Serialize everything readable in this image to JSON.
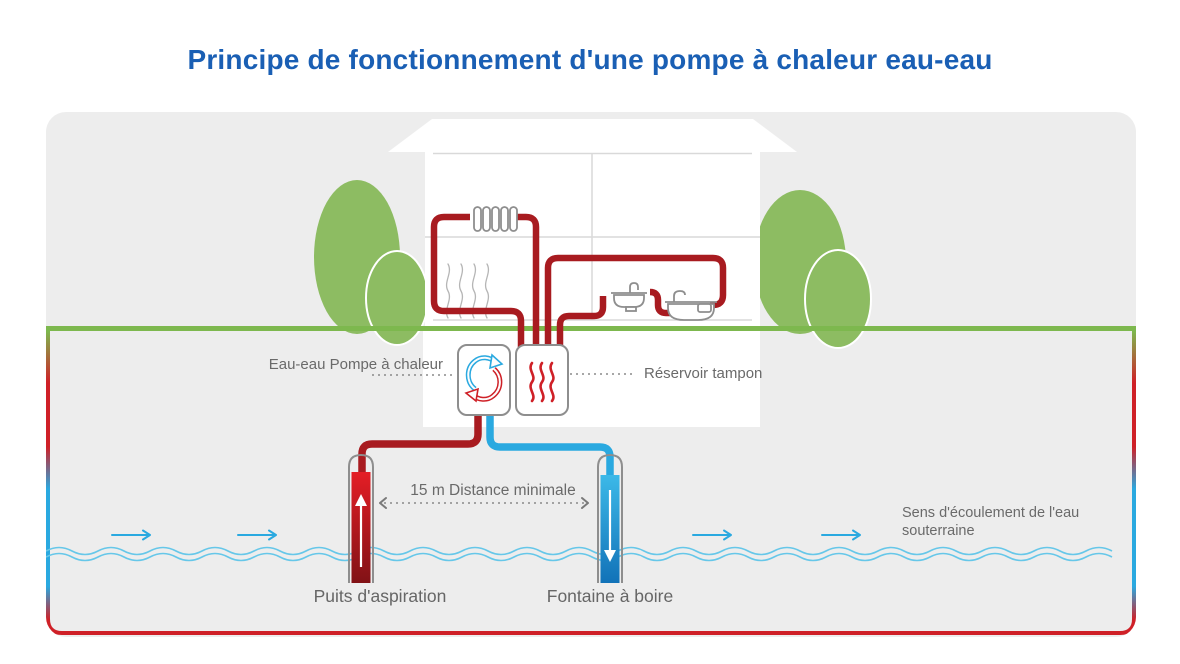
{
  "title": {
    "text": "Principe de fonctionnement d'une pompe à chaleur eau-eau"
  },
  "labels": {
    "heat_pump": "Eau-eau Pompe à chaleur",
    "buffer_tank": "Réservoir tampon",
    "distance": "15 m Distance minimale",
    "suction_well": "Puits d'aspiration",
    "drinking_fountain": "Fontaine à boire",
    "flow_direction": "Sens d'écoulement de l'eau souterraine"
  },
  "icons": {
    "heat_pump_unit": "refrigerant-cycle-icon",
    "buffer_tank_unit": "heat-waves-icon",
    "house": [
      "radiator-icon",
      "floor-heating-icon",
      "sink-icon",
      "bathtub-icon"
    ],
    "wells": [
      "up-arrow-icon",
      "down-arrow-icon"
    ],
    "groundwater": "flow-arrow-icon"
  },
  "colors": {
    "title_blue": "#1a5fb4",
    "panel_gray": "#ededed",
    "accent_blue": "#2aa9e0",
    "pipe_red": "#a81b20",
    "bright_red": "#cf2027",
    "ground_green": "#7db84e",
    "tree_green": "#8dbc62",
    "water_blue": "#66c7e9",
    "text_gray": "#6a6a6a",
    "outline_gray": "#8e8e8e",
    "well_red_top": "#e41e25",
    "well_red_bottom": "#811216",
    "well_blue_top": "#3cb9e8",
    "well_blue_bottom": "#1272b8"
  }
}
